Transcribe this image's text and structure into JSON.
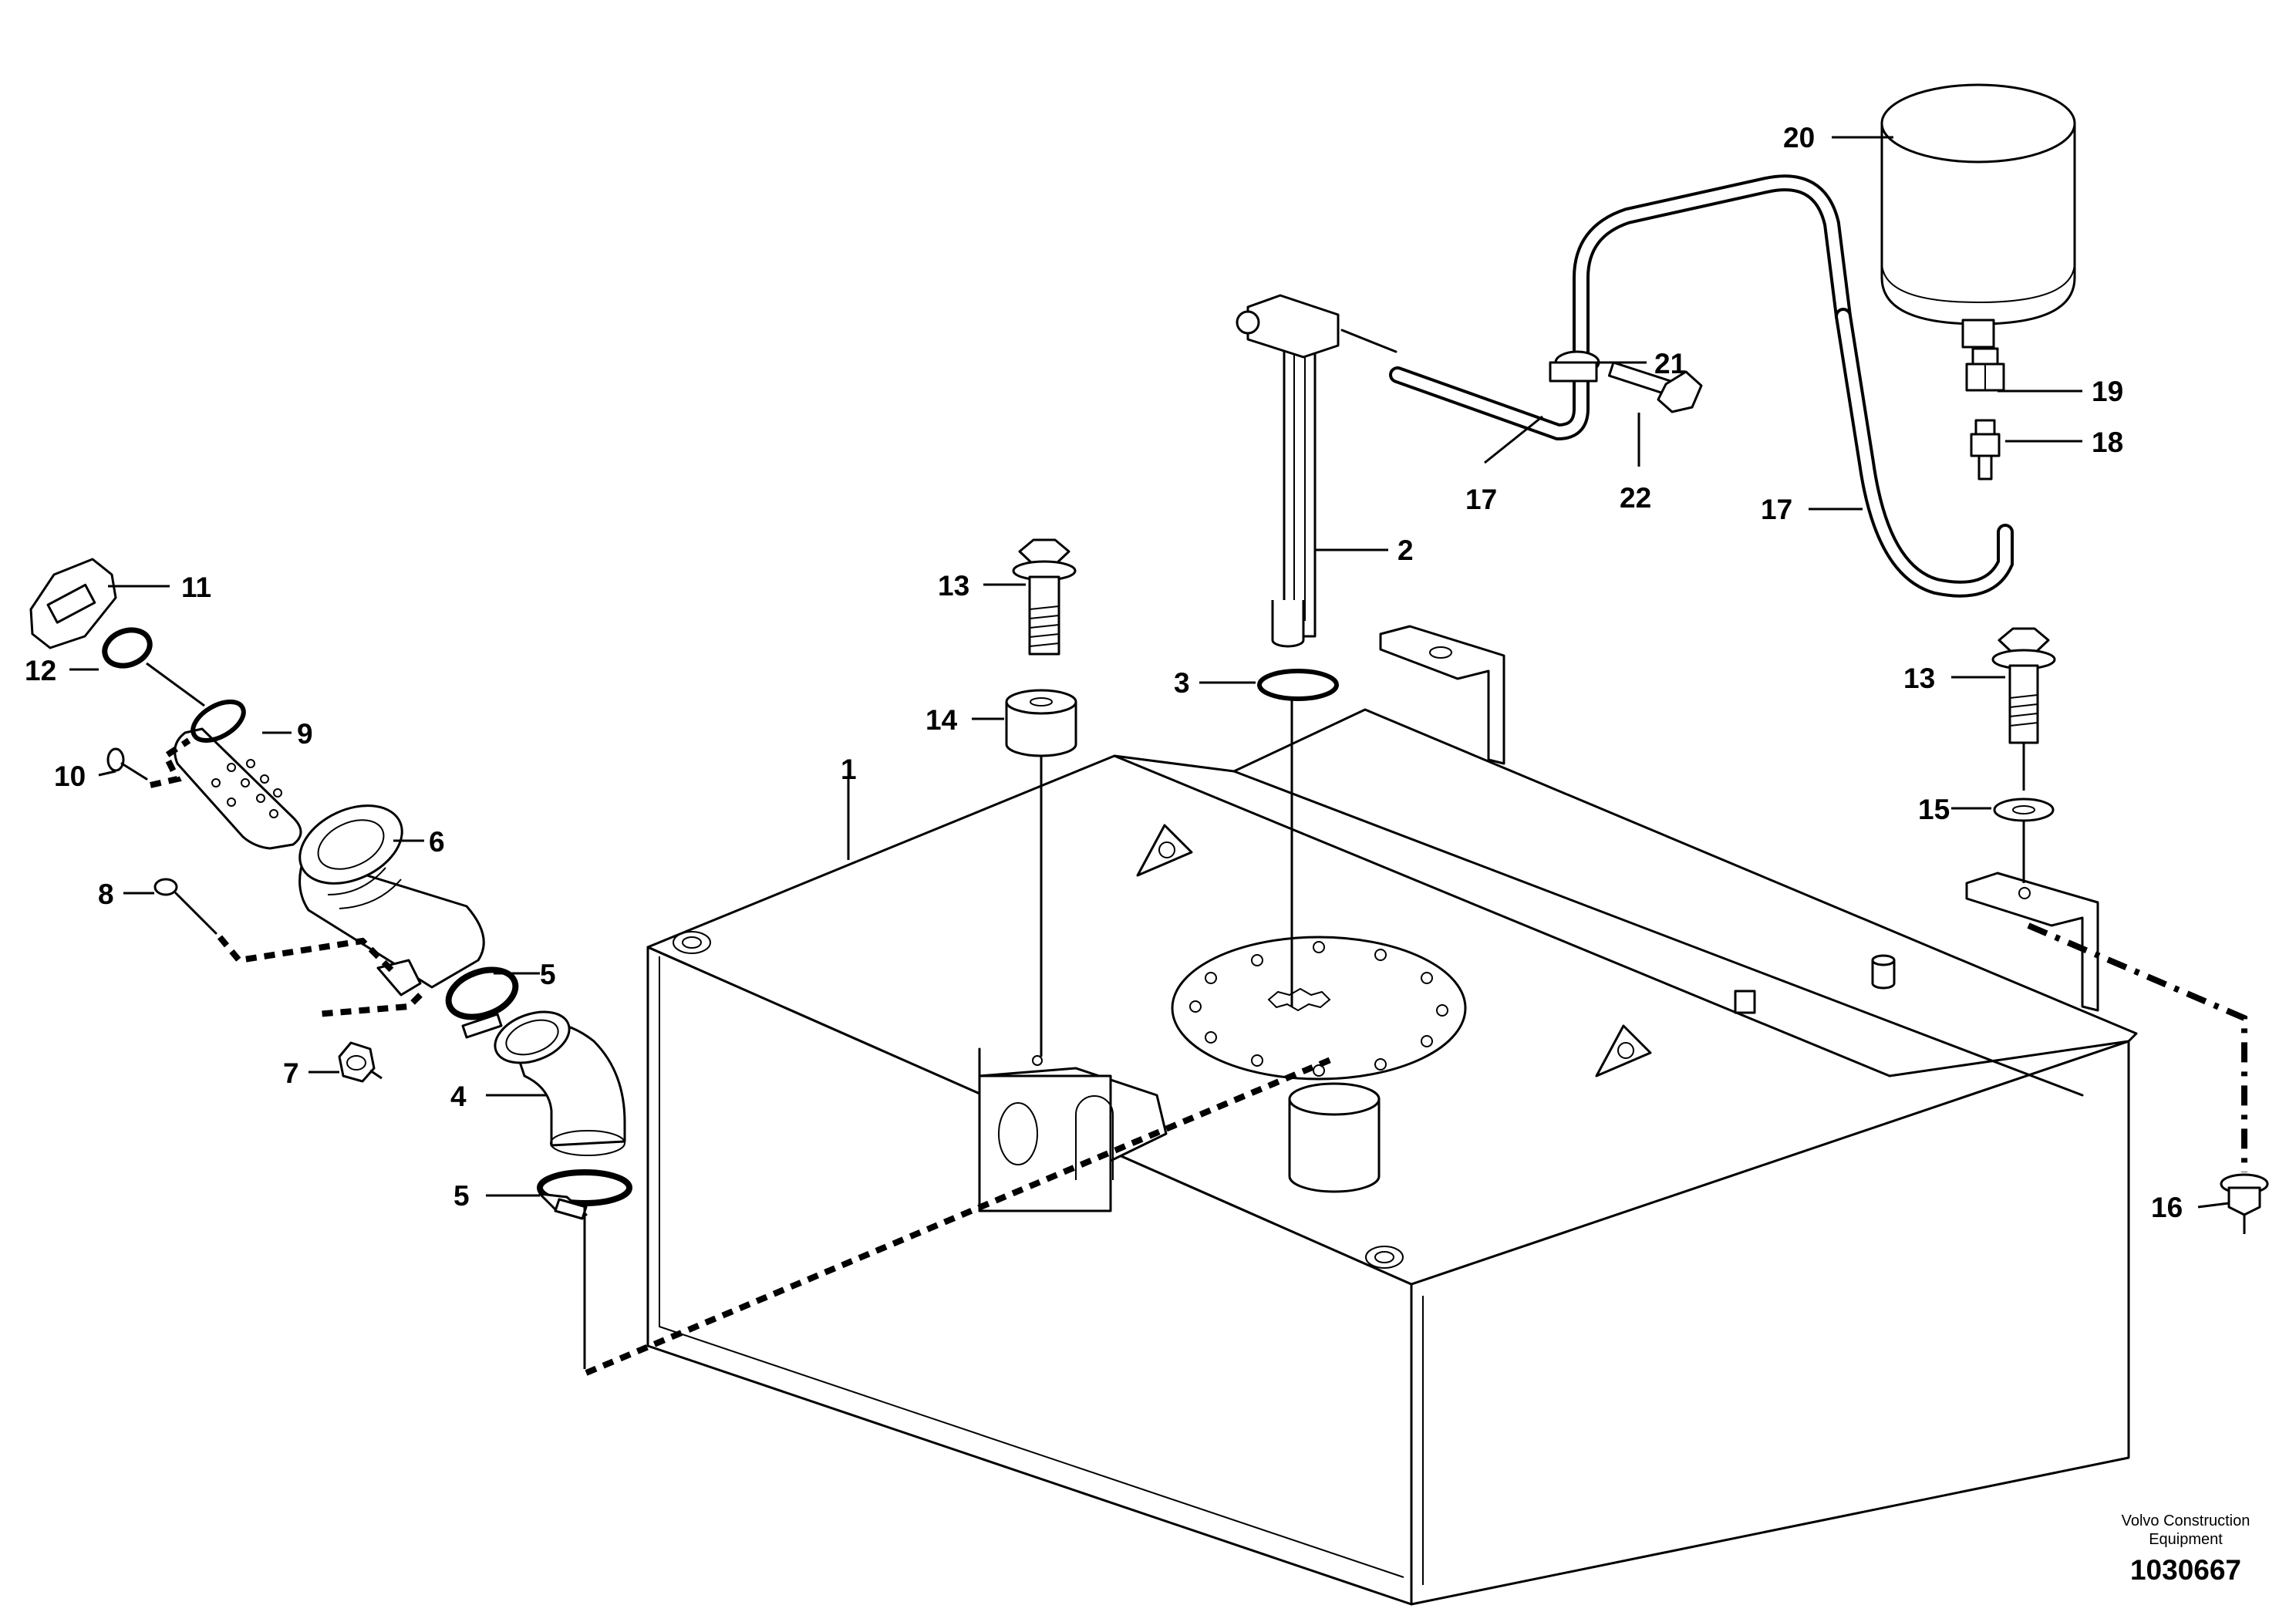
{
  "callouts": {
    "c1": "1",
    "c2": "2",
    "c3": "3",
    "c4": "4",
    "c5a": "5",
    "c5b": "5",
    "c6": "6",
    "c7": "7",
    "c8": "8",
    "c9": "9",
    "c10": "10",
    "c11": "11",
    "c12": "12",
    "c13a": "13",
    "c13b": "13",
    "c14": "14",
    "c15": "15",
    "c16": "16",
    "c17a": "17",
    "c17b": "17",
    "c18": "18",
    "c19": "19",
    "c20": "20",
    "c21": "21",
    "c22": "22"
  },
  "footer": {
    "brand_line1": "Volvo Construction",
    "brand_line2": "Equipment",
    "document_number": "1030667"
  }
}
